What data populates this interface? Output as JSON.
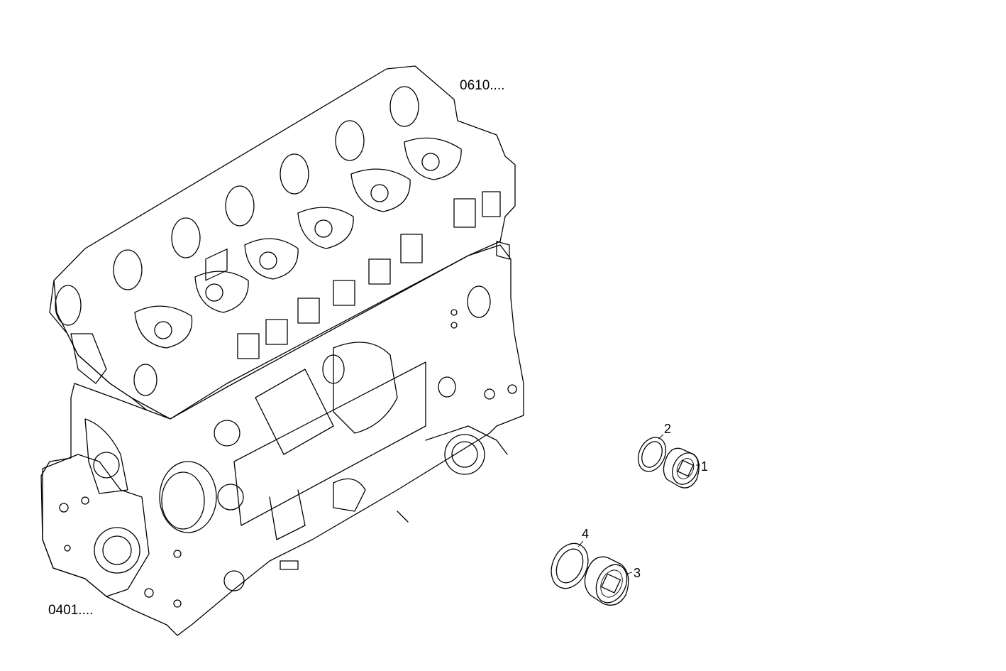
{
  "references": {
    "top": "0610....",
    "bottom": "0401...."
  },
  "callouts": [
    {
      "label": "1",
      "part": "plug"
    },
    {
      "label": "2",
      "part": "sealing-washer"
    },
    {
      "label": "3",
      "part": "plug"
    },
    {
      "label": "4",
      "part": "sealing-washer"
    }
  ]
}
